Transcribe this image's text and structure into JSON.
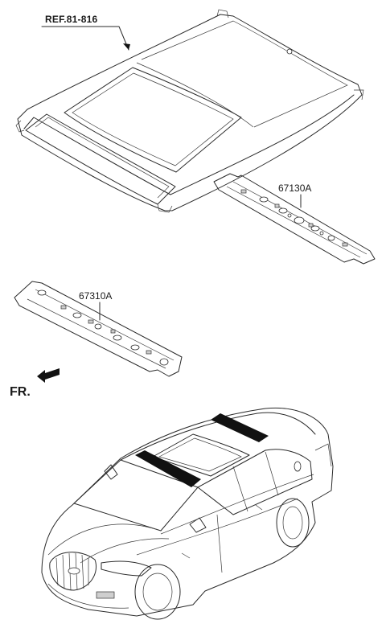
{
  "labels": {
    "ref": "REF.81-816",
    "front_rail_part": "67310A",
    "rear_rail_part": "67130A",
    "front_indicator": "FR."
  }
}
